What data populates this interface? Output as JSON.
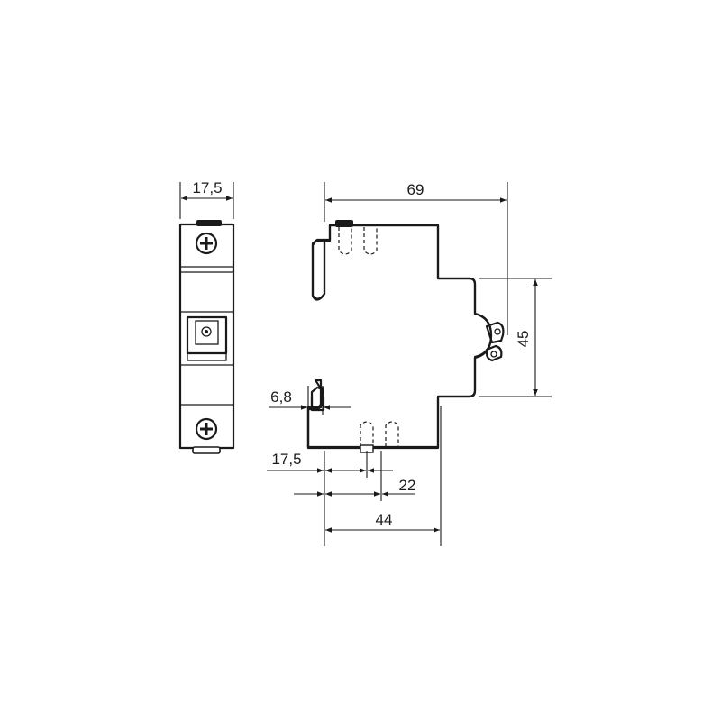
{
  "dimensions": {
    "front_width": "17,5",
    "side_depth": "69",
    "height_front": "45",
    "rail_offset": "6,8",
    "terminal_offset": "17,5",
    "terminal_depth": "22",
    "base_depth": "44"
  }
}
